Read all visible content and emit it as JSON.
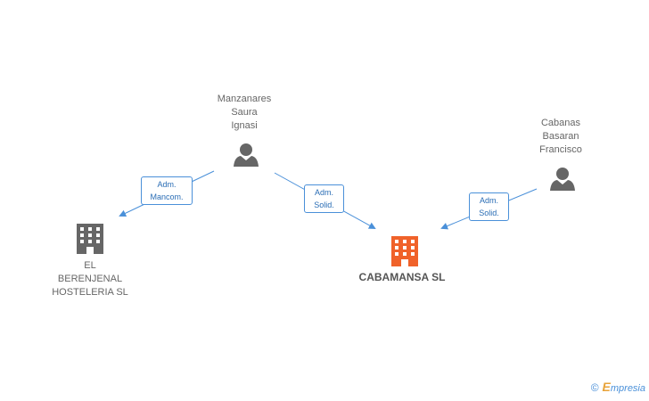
{
  "colors": {
    "edge": "#4a90d9",
    "person_icon": "#666666",
    "company_icon": "#666666",
    "main_company_icon": "#f0622a"
  },
  "nodes": {
    "person_1": {
      "lines": [
        "Manzanares",
        "Saura",
        "Ignasi"
      ],
      "icon": "person-icon"
    },
    "person_2": {
      "lines": [
        "Cabanas",
        "Basaran",
        "Francisco"
      ],
      "icon": "person-icon"
    },
    "company_1": {
      "lines": [
        "EL",
        "BERENJENAL",
        "HOSTELERIA SL"
      ],
      "icon": "building-icon"
    },
    "company_main": {
      "lines": [
        "CABAMANSA SL"
      ],
      "icon": "building-icon"
    }
  },
  "edges": {
    "p1_to_c1": {
      "lines": [
        "Adm.",
        "Mancom."
      ]
    },
    "p1_to_main": {
      "lines": [
        "Adm.",
        "Solid."
      ]
    },
    "p2_to_main": {
      "lines": [
        "Adm.",
        "Solid."
      ]
    }
  },
  "watermark": {
    "copyright": "©",
    "brand_initial": "E",
    "brand_rest": "mpresia"
  }
}
